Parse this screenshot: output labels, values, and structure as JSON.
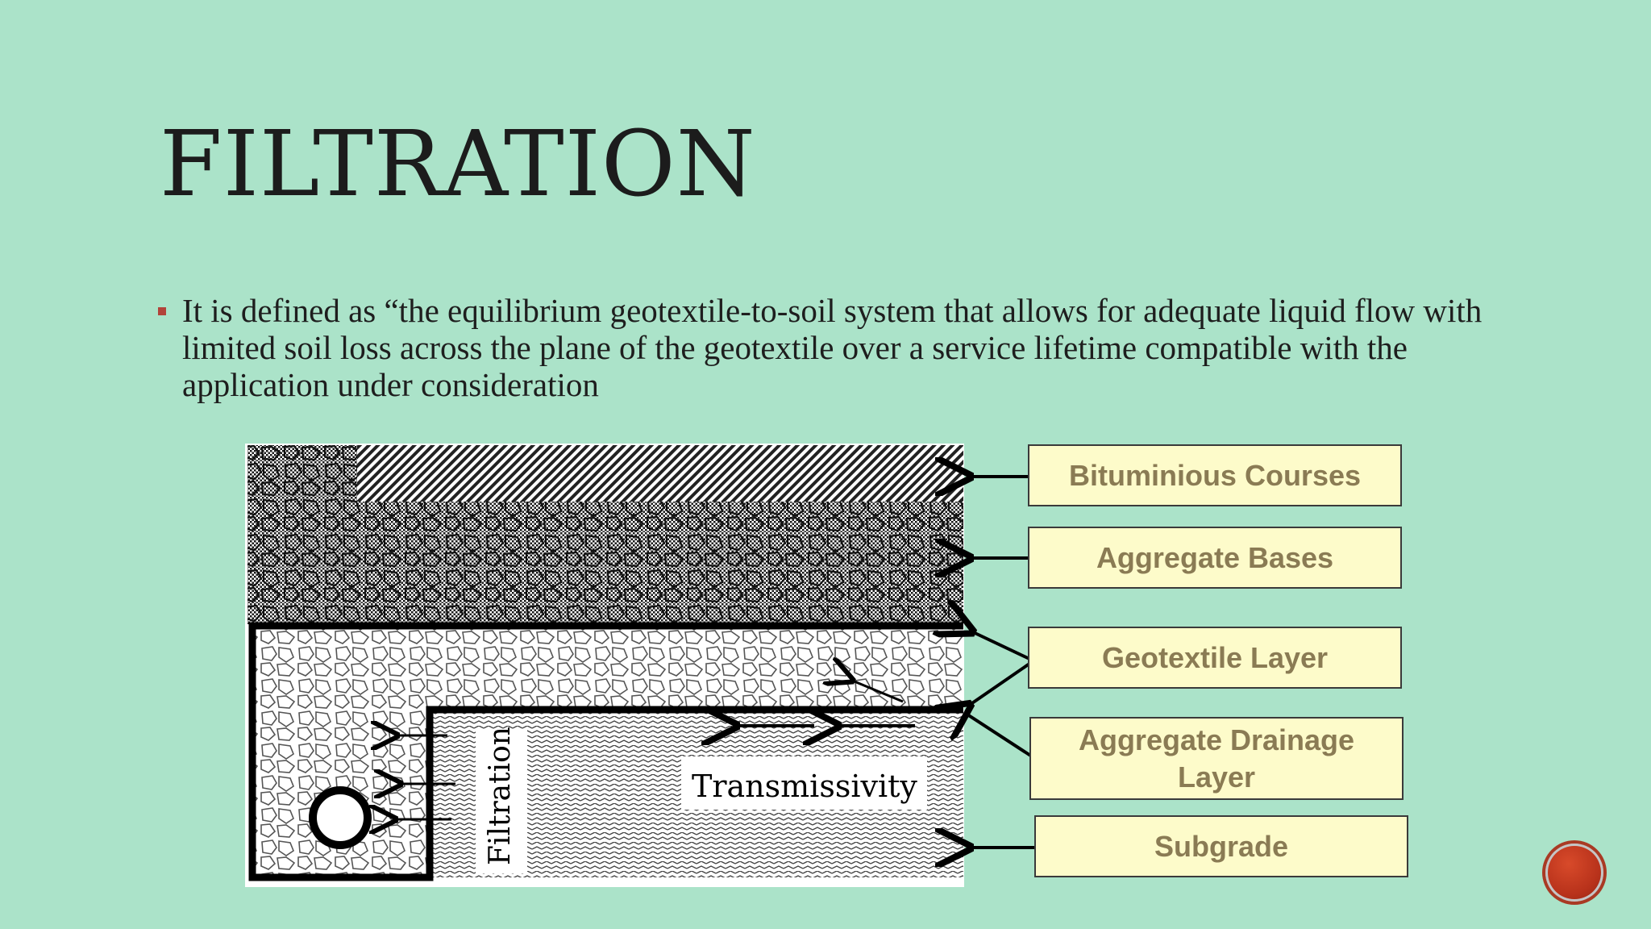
{
  "slide": {
    "title": "FILTRATION",
    "bullets": [
      "It is defined as “the equilibrium geotextile-to-soil system that allows for adequate liquid flow with limited soil loss across the plane of the geotextile over a service lifetime compatible with the application under consideration"
    ]
  },
  "diagram": {
    "layer_labels": {
      "bituminous": "Bituminious Courses",
      "aggregate_bases": "Aggregate Bases",
      "geotextile": "Geotextile Layer",
      "drainage": "Aggregate Drainage Layer",
      "subgrade": "Subgrade"
    },
    "inner_labels": {
      "filtration": "Filtration",
      "transmissivity": "Transmissivity"
    },
    "colors": {
      "label_fill": "#fdfbca",
      "label_text": "#8a7b54",
      "background": "#abe3c9",
      "bullet": "#b2443a"
    }
  },
  "navigation": {
    "button_icon": "red-circle-button-icon"
  }
}
